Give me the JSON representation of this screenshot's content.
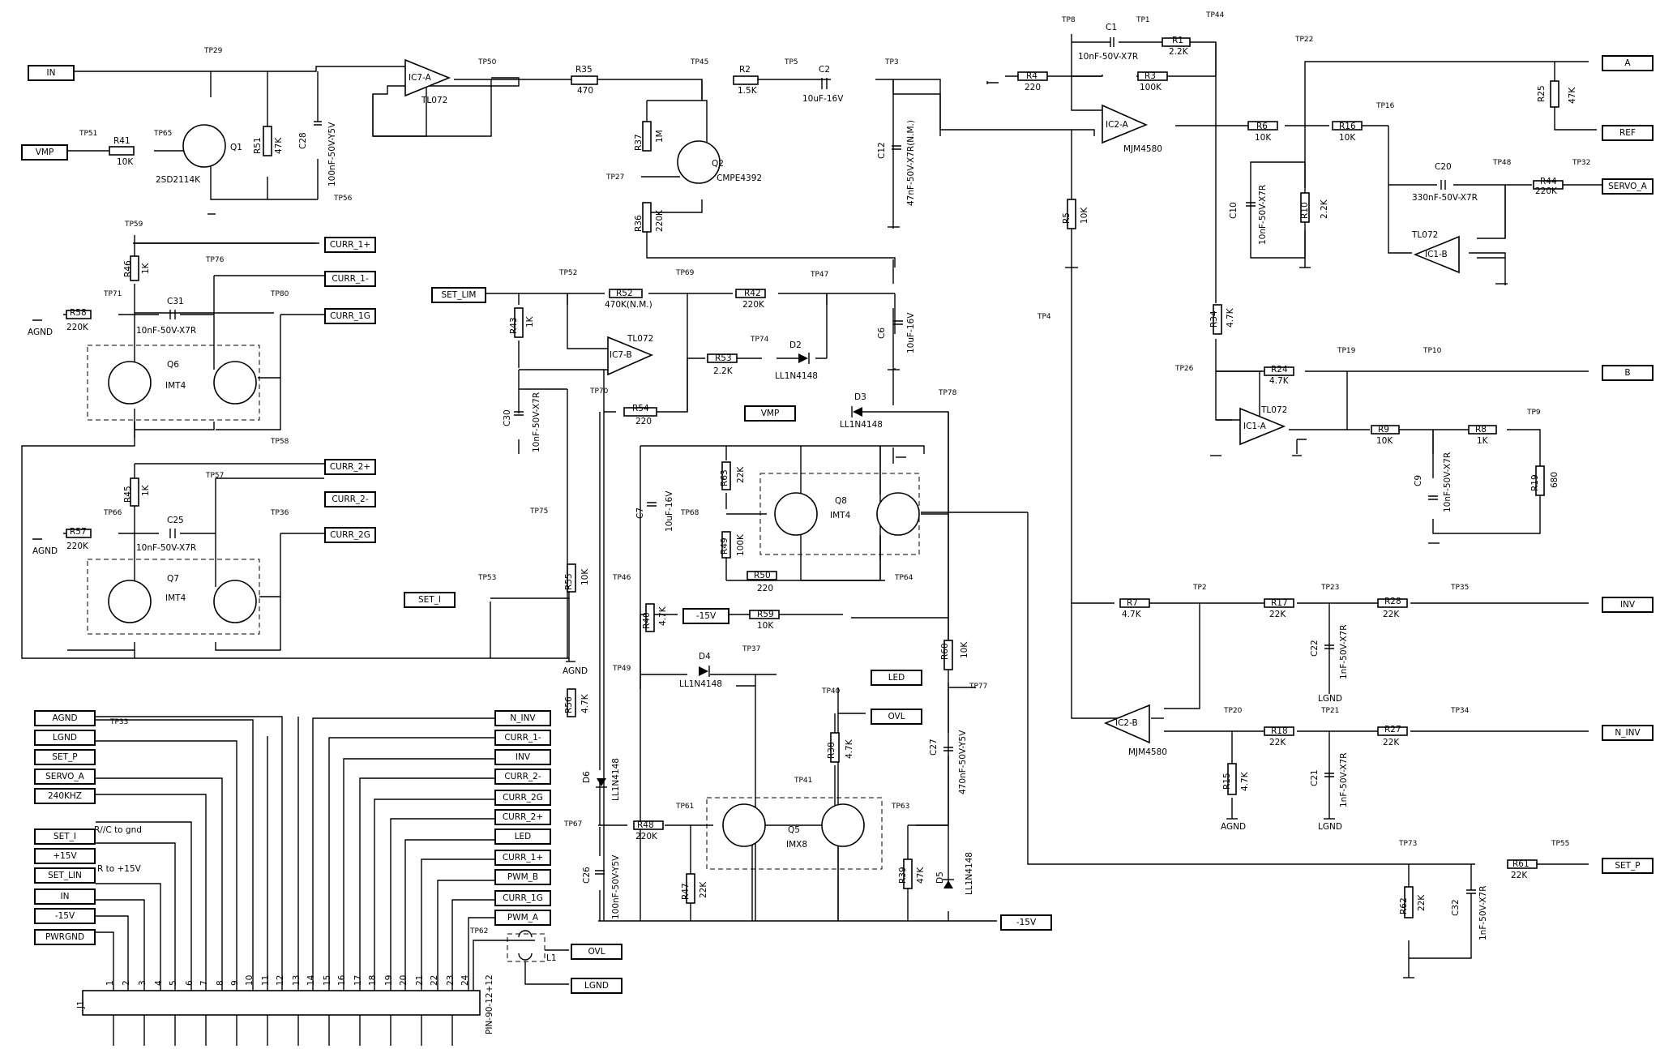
{
  "ports": {
    "IN": "IN",
    "VMP": "VMP",
    "CURR_1P": "CURR_1+",
    "CURR_1M": "CURR_1-",
    "CURR_1G": "CURR_1G",
    "CURR_2P": "CURR_2+",
    "CURR_2M": "CURR_2-",
    "CURR_2G": "CURR_2G",
    "SET_I": "SET_I",
    "SET_LIM": "SET_LIM",
    "A": "A",
    "REF": "REF",
    "SERVO_A": "SERVO_A",
    "B": "B",
    "INV": "INV",
    "N_INV": "N_INV",
    "SET_P": "SET_P",
    "LED": "LED",
    "OVL": "OVL",
    "M15V": "-15V",
    "LGND": "LGND",
    "AGND_L": "AGND"
  },
  "connector_left": [
    "AGND",
    "LGND",
    "SET_P",
    "SERVO_A",
    "240KHZ",
    "SET_I",
    "+15V",
    "SET_LIN",
    "IN",
    "-15V",
    "PWRGND"
  ],
  "connector_right": [
    "N_INV",
    "CURR_1-",
    "INV",
    "CURR_2-",
    "CURR_2G",
    "CURR_2+",
    "LED",
    "CURR_1+",
    "PWM_B",
    "CURR_1G",
    "PWM_A"
  ],
  "notes": {
    "rc": "R//C  to gnd",
    "r15": "R to +15V"
  },
  "connector": {
    "name": "J1",
    "part": "PIN-90-12+12",
    "pins": [
      "1",
      "2",
      "3",
      "4",
      "5",
      "6",
      "7",
      "8",
      "9",
      "10",
      "11",
      "12",
      "13",
      "14",
      "15",
      "16",
      "17",
      "18",
      "19",
      "20",
      "21",
      "22",
      "23",
      "24"
    ]
  },
  "ics": {
    "ic7a": "IC7-A",
    "ic7b": "IC7-B",
    "ic2a": "IC2-A",
    "ic2b": "IC2-B",
    "ic1a": "IC1-A",
    "ic1b": "IC1-B",
    "tl072": "TL072",
    "mjm": "MJM4580"
  },
  "components": {
    "R41": [
      "R41",
      "10K"
    ],
    "R51": [
      "R51",
      "47K"
    ],
    "C28": [
      "C28",
      "100nF-50V-Y5V"
    ],
    "Q1": [
      "Q1",
      "2SD2114K"
    ],
    "R35": [
      "R35",
      "470"
    ],
    "R2": [
      "R2",
      "1.5K"
    ],
    "C2": [
      "C2",
      "10uF-16V"
    ],
    "C12": [
      "C12",
      "47nF-50V-X7R(N.M.)"
    ],
    "R37": [
      "R37",
      "1M"
    ],
    "R36": [
      "R36",
      "220K"
    ],
    "Q2": [
      "Q2",
      "CMPE4392"
    ],
    "R46": [
      "R46",
      "1K"
    ],
    "R58": [
      "R58",
      "220K"
    ],
    "C31": [
      "C31",
      "10nF-50V-X7R"
    ],
    "Q6": [
      "Q6",
      "IMT4"
    ],
    "R45": [
      "R45",
      "1K"
    ],
    "R57": [
      "R57",
      "220K"
    ],
    "C25": [
      "C25",
      "10nF-50V-X7R"
    ],
    "Q7": [
      "Q7",
      "IMT4"
    ],
    "R43": [
      "R43",
      "1K"
    ],
    "R52": [
      "R52",
      "470K(N.M.)"
    ],
    "R42": [
      "R42",
      "220K"
    ],
    "C6": [
      "C6",
      "10uF-16V"
    ],
    "R53": [
      "R53",
      "2.2K"
    ],
    "D2": [
      "D2",
      "LL1N4148"
    ],
    "C30": [
      "C30",
      "10nF-50V-X7R"
    ],
    "R54": [
      "R54",
      "220"
    ],
    "R55": [
      "R55",
      "10K"
    ],
    "R56": [
      "R56",
      "4.7K"
    ],
    "D3": [
      "D3",
      "LL1N4148"
    ],
    "C7": [
      "C7",
      "10uF-16V"
    ],
    "R63": [
      "R63",
      "22K"
    ],
    "R49": [
      "R49",
      "100K"
    ],
    "Q8": [
      "Q8",
      "IMT4"
    ],
    "R50": [
      "R50",
      "220"
    ],
    "R40": [
      "R40",
      "4.7K"
    ],
    "R59": [
      "R59",
      "10K"
    ],
    "R60": [
      "R60",
      "10K"
    ],
    "D4": [
      "D4",
      "LL1N4148"
    ],
    "C27": [
      "C27",
      "470nF-50V-Y5V"
    ],
    "R38": [
      "R38",
      "4.7K"
    ],
    "D6": [
      "D6",
      "LL1N4148"
    ],
    "R48": [
      "R48",
      "220K"
    ],
    "C26": [
      "C26",
      "100nF-50V-Y5V"
    ],
    "R47": [
      "R47",
      "22K"
    ],
    "Q5": [
      "Q5",
      "IMX8"
    ],
    "R39": [
      "R39",
      "47K"
    ],
    "D5": [
      "D5",
      "LL1N4148"
    ],
    "C1": [
      "C1",
      "10nF-50V-X7R"
    ],
    "R1": [
      "R1",
      "2.2K"
    ],
    "R4": [
      "R4",
      "220"
    ],
    "R3": [
      "R3",
      "100K"
    ],
    "R5": [
      "R5",
      "10K"
    ],
    "R6": [
      "R6",
      "10K"
    ],
    "R16": [
      "R16",
      "10K"
    ],
    "R25": [
      "R25",
      "47K"
    ],
    "C10": [
      "C10",
      "10nF-50V-X7R"
    ],
    "R10": [
      "R10",
      "2.2K"
    ],
    "C20": [
      "C20",
      "330nF-50V-X7R"
    ],
    "R44": [
      "R44",
      "220K"
    ],
    "R34": [
      "R34",
      "4.7K"
    ],
    "R24": [
      "R24",
      "4.7K"
    ],
    "R9": [
      "R9",
      "10K"
    ],
    "R8": [
      "R8",
      "1K"
    ],
    "C9": [
      "C9",
      "10nF-50V-X7R"
    ],
    "R19": [
      "R19",
      "680"
    ],
    "R7": [
      "R7",
      "4.7K"
    ],
    "R17": [
      "R17",
      "22K"
    ],
    "R28": [
      "R28",
      "22K"
    ],
    "C22": [
      "C22",
      "1nF-50V-X7R"
    ],
    "R18": [
      "R18",
      "22K"
    ],
    "R27": [
      "R27",
      "22K"
    ],
    "R15": [
      "R15",
      "4.7K"
    ],
    "C21": [
      "C21",
      "1nF-50V-X7R"
    ],
    "R62": [
      "R62",
      "22K"
    ],
    "C32": [
      "C32",
      "1nF-50V-X7R"
    ],
    "R61": [
      "R61",
      "22K"
    ],
    "L1": [
      "L1",
      ""
    ]
  },
  "gnd_labels": {
    "agnd": "AGND",
    "lgnd": "LGND"
  },
  "testpoints": [
    "TP29",
    "TP51",
    "TP65",
    "TP56",
    "TP50",
    "TP45",
    "TP5",
    "TP3",
    "TP27",
    "TP59",
    "TP76",
    "TP71",
    "TP80",
    "TP58",
    "TP57",
    "TP66",
    "TP36",
    "TP53",
    "TP52",
    "TP69",
    "TP47",
    "TP74",
    "TP70",
    "TP75",
    "TP78",
    "TP68",
    "TP64",
    "TP46",
    "TP49",
    "TP37",
    "TP40",
    "TP77",
    "TP41",
    "TP67",
    "TP61",
    "TP63",
    "TP8",
    "TP1",
    "TP44",
    "TP22",
    "TP16",
    "TP48",
    "TP32",
    "TP4",
    "TP26",
    "TP19",
    "TP10",
    "TP9",
    "TP2",
    "TP23",
    "TP35",
    "TP20",
    "TP21",
    "TP34",
    "TP73",
    "TP55",
    "TP33",
    "TP62"
  ]
}
